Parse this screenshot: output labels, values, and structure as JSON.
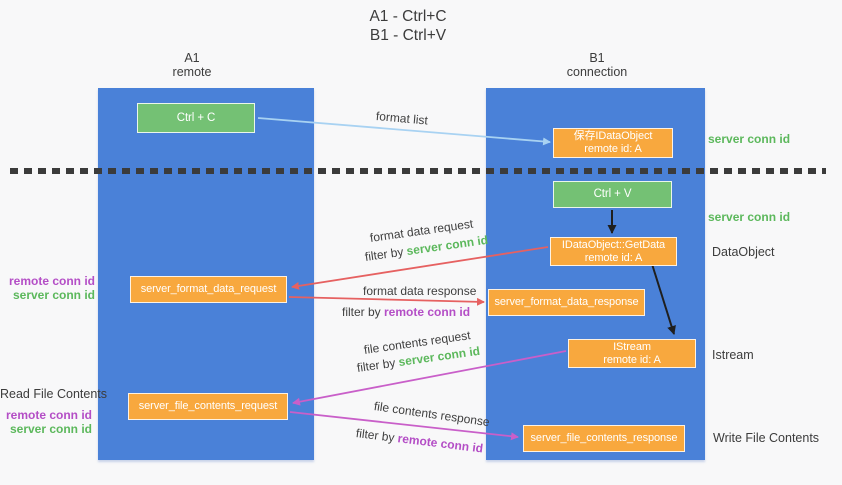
{
  "title": {
    "line1": "A1 - Ctrl+C",
    "line2": "B1 - Ctrl+V"
  },
  "lifelines": {
    "left": {
      "name": "A1",
      "role": "remote"
    },
    "right": {
      "name": "B1",
      "role": "connection"
    }
  },
  "nodes": {
    "ctrl_c": {
      "label": "Ctrl + C"
    },
    "save_dataobject": {
      "line1": "保存IDataObject",
      "line2": "remote id: A"
    },
    "ctrl_v": {
      "label": "Ctrl + V"
    },
    "getdata": {
      "line1": "IDataObject::GetData",
      "line2": "remote id: A"
    },
    "server_format_data_request": {
      "label": "server_format_data_request"
    },
    "server_format_data_response": {
      "label": "server_format_data_response"
    },
    "istream": {
      "line1": "IStream",
      "line2": "remote id: A"
    },
    "server_file_contents_request": {
      "label": "server_file_contents_request"
    },
    "server_file_contents_response": {
      "label": "server_file_contents_response"
    }
  },
  "flow_labels": {
    "format_list": "format list",
    "format_data_request": "format data request",
    "format_data_response": "format data response",
    "file_contents_request": "file contents request",
    "file_contents_response": "file contents response",
    "filter_by": "filter by ",
    "server_conn_id": "server conn id",
    "remote_conn_id": "remote conn id"
  },
  "side_labels": {
    "server_conn_id": "server conn id",
    "remote_conn_id": "remote conn id",
    "dataobject": "DataObject",
    "istream": "Istream",
    "read_file_contents": "Read File Contents",
    "write_file_contents": "Write File Contents"
  },
  "colors": {
    "background": "#f8f8f9",
    "lifeline_blue": "#4a81d8",
    "box_green": "#74c174",
    "box_orange": "#f8a83e",
    "arrow_light_blue": "#a8d2f2",
    "arrow_red": "#e66161",
    "arrow_magenta": "#c95fc9",
    "arrow_black": "#1f1f1f",
    "conn_id_green": "#5cb85c",
    "conn_id_purple": "#b44ec6",
    "dotted_line": "#3b3b3b",
    "text_dark": "#3c3c3c"
  }
}
